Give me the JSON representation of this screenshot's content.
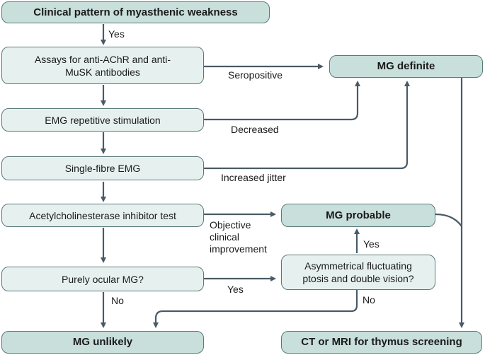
{
  "nodes": {
    "start": "Clinical pattern of myasthenic weakness",
    "assays": "Assays for anti-AChR and anti-MuSK antibodies",
    "emg": "EMG repetitive stimulation",
    "sfemg": "Single-fibre EMG",
    "ache": "Acetylcholinesterase inhibitor test",
    "ocular": "Purely ocular MG?",
    "asym": "Asymmetrical fluctuating ptosis and double vision?",
    "definite": "MG definite",
    "probable": "MG probable",
    "unlikely": "MG unlikely",
    "ct": "CT or MRI for thymus screening"
  },
  "edge_labels": {
    "yes_top": "Yes",
    "seropositive": "Seropositive",
    "decreased": "Decreased",
    "jitter": "Increased jitter",
    "objective": "Objective clinical improvement",
    "yes_ocular": "Yes",
    "yes_asym": "Yes",
    "no_ocular": "No",
    "no_asym": "No"
  },
  "colors": {
    "box_fill": "#e6f1ef",
    "box_fill_outcome": "#c8dfdb",
    "box_border": "#5a7a78",
    "arrow": "#4a5a66"
  }
}
